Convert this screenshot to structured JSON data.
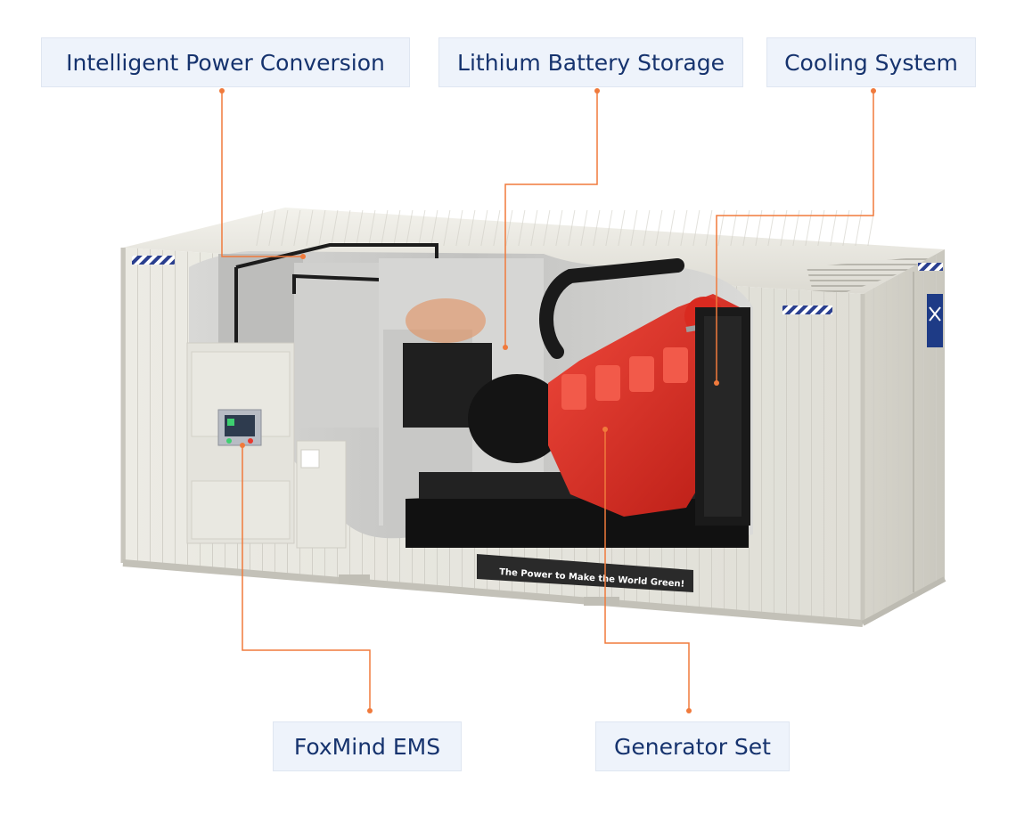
{
  "callouts": {
    "power_conversion": "Intelligent Power Conversion",
    "battery_storage": "Lithium Battery Storage",
    "cooling_system": "Cooling System",
    "ems": "FoxMind EMS",
    "generator_set": "Generator Set"
  },
  "container": {
    "slogan": "The Power to Make the World Green!"
  },
  "colors": {
    "label_bg": "#eef3fb",
    "label_text": "#16336e",
    "leader_line": "#f07a3c",
    "container_body": "#e9e7df",
    "engine": "#e02a22"
  }
}
